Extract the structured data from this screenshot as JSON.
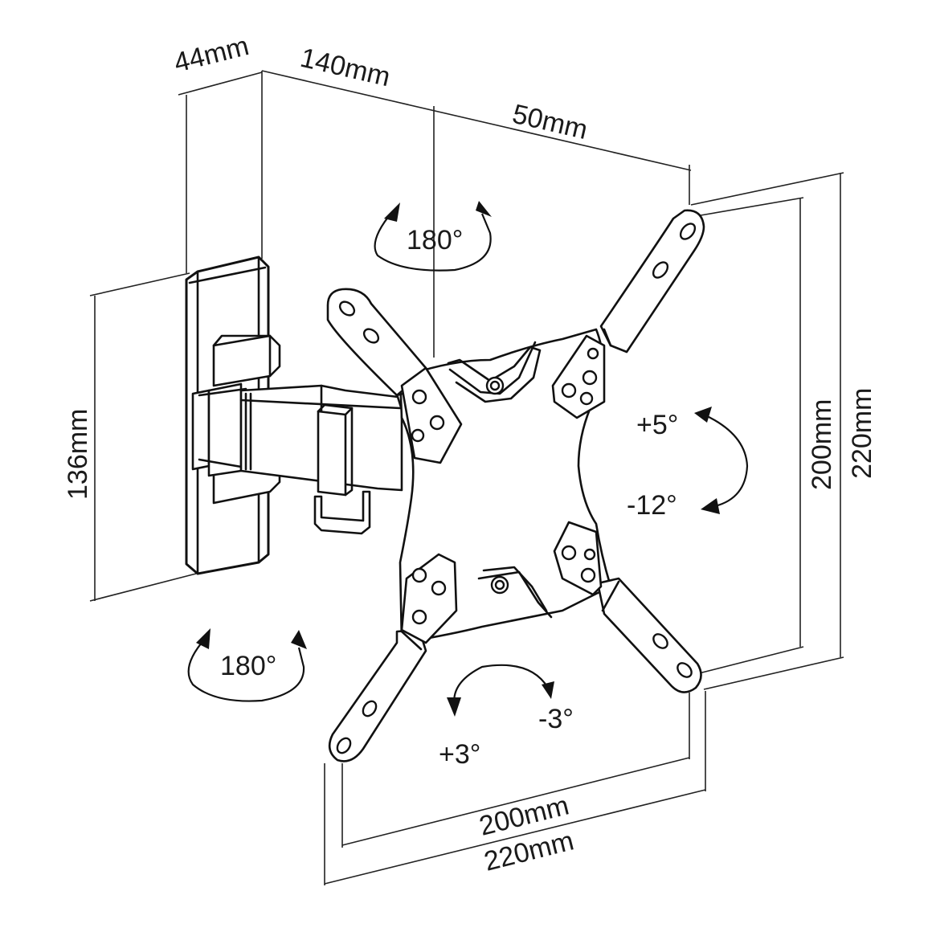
{
  "diagram": {
    "dimensions": {
      "depth_wall": "44mm",
      "arm_length": "140mm",
      "arm_offset": "50mm",
      "plate_height": "136mm",
      "vesa_inner_v": "200mm",
      "vesa_outer_v": "220mm",
      "vesa_inner_h": "200mm",
      "vesa_outer_h": "220mm"
    },
    "rotations": {
      "swivel_top": "180°",
      "swivel_bottom": "180°",
      "tilt_up": "+5°",
      "tilt_down": "-12°",
      "level_plus": "+3°",
      "level_minus": "-3°"
    }
  }
}
